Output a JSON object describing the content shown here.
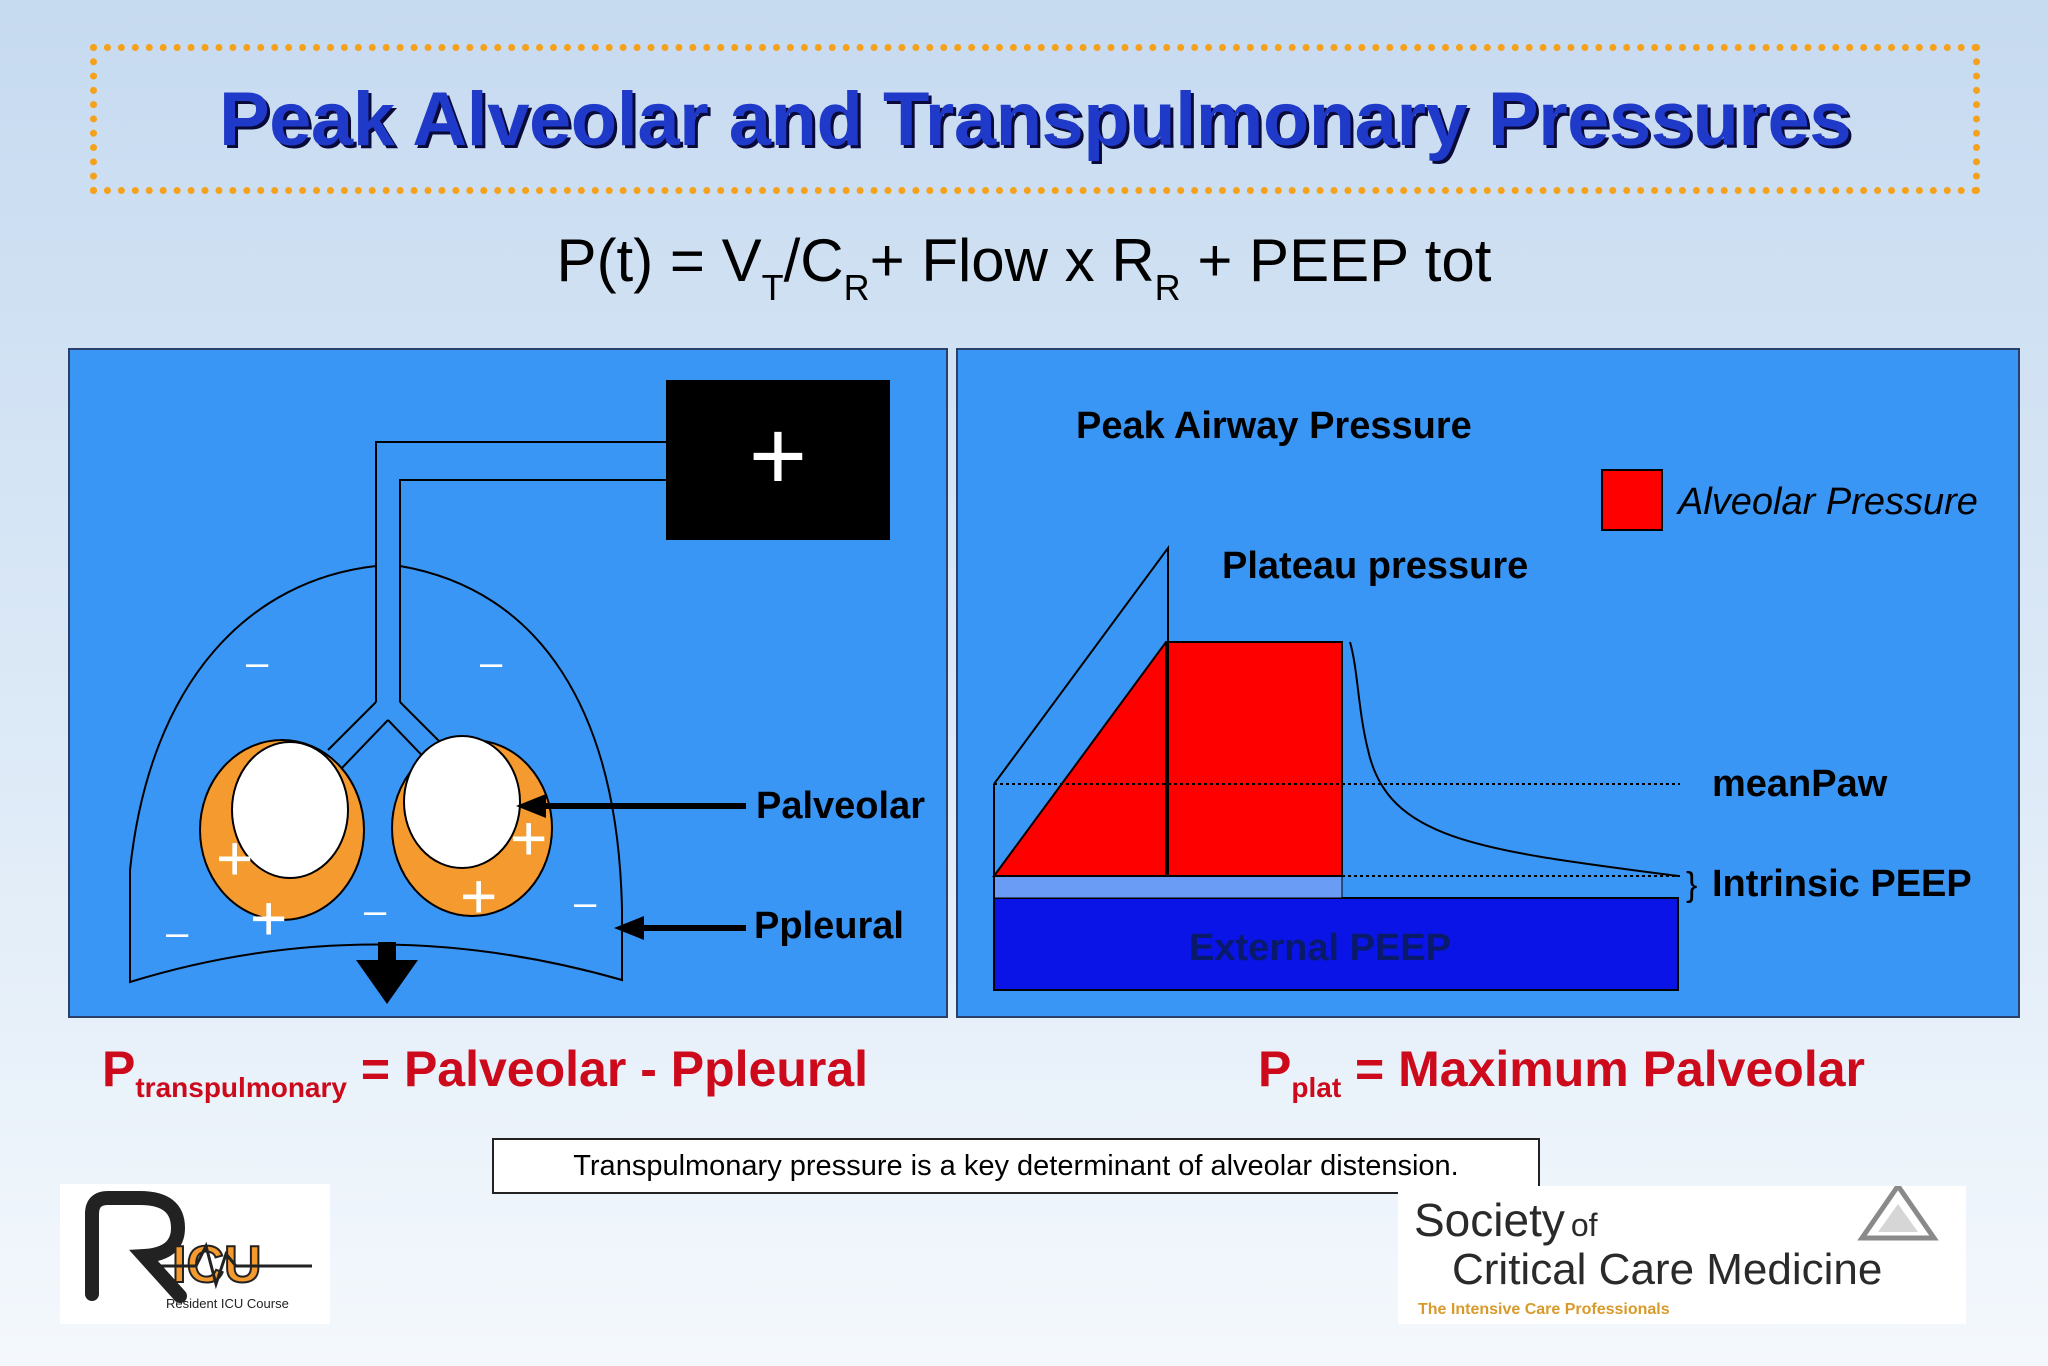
{
  "title": "Peak Alveolar and Transpulmonary Pressures",
  "equation": {
    "p_t": "P(t) = V",
    "sub_t": "T",
    "slash_c": "/C",
    "sub_r1": "R",
    "flow": "+ Flow x R",
    "sub_r2": "R",
    "peep": " + PEEP tot"
  },
  "left_panel": {
    "ventilator_symbol": "+",
    "palveolar_label": "Palveolar",
    "ppleural_label": "Ppleural",
    "plus_sign": "+",
    "minus_sign": "–"
  },
  "right_panel": {
    "peak_airway_label": "Peak Airway Pressure",
    "legend_label": "Alveolar Pressure",
    "plateau_label": "Plateau pressure",
    "meanpaw_label": "meanPaw",
    "intrinsic_peep_label": "Intrinsic PEEP",
    "external_peep_label": "External PEEP",
    "brace": "}"
  },
  "bottom_left": {
    "p": "P",
    "sub": "transpulmonary",
    "rest": " = Palveolar - Ppleural"
  },
  "bottom_right": {
    "p": "P",
    "sub": "plat",
    "rest": " = Maximum Palveolar"
  },
  "caption": "Transpulmonary pressure is a key determinant of  alveolar distension.",
  "logo_left": {
    "mark": "ICU",
    "tagline": "Resident ICU Course"
  },
  "logo_right": {
    "line1_main": "Society",
    "line1_small": "of",
    "line2": "Critical Care Medicine",
    "tagline": "The Intensive Care Professionals"
  },
  "colors": {
    "title": "#1f39c8",
    "panel_bg": "#3a96f5",
    "alveolar": "#ff0000",
    "external_peep": "#0a14e6",
    "intrinsic_peep": "#6a9cf5",
    "lung_orange": "#f59a2e",
    "accent_red": "#cc0a1c",
    "title_border": "#f5a11c"
  }
}
